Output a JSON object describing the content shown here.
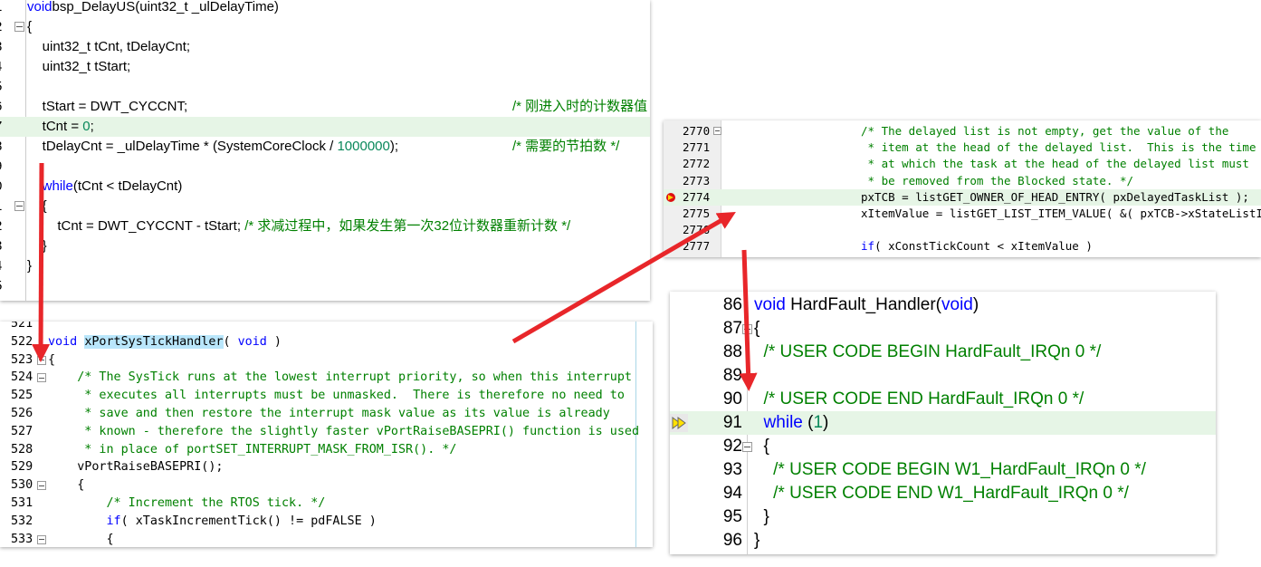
{
  "panel1": {
    "lines": [
      {
        "n": "1",
        "code": [
          [
            "kw",
            "void"
          ],
          [
            "",
            "bsp_DelayUS(uint32_t _ulDelayTime)"
          ]
        ]
      },
      {
        "n": "2",
        "fold": true,
        "code": [
          [
            "",
            "{"
          ]
        ]
      },
      {
        "n": "3",
        "code": [
          [
            "",
            "    uint32_t tCnt, tDelayCnt;"
          ]
        ]
      },
      {
        "n": "4",
        "code": [
          [
            "",
            "    uint32_t tStart;"
          ]
        ]
      },
      {
        "n": "5",
        "code": [
          [
            "",
            ""
          ]
        ]
      },
      {
        "n": "6",
        "code": [
          [
            "",
            "    tStart = DWT_CYCCNT;"
          ]
        ],
        "comment": "/* 刚进入时的计数器值 */"
      },
      {
        "n": "7",
        "hl": true,
        "code": [
          [
            "",
            "    tCnt = "
          ],
          [
            "nm",
            "0"
          ],
          [
            "",
            ";"
          ]
        ]
      },
      {
        "n": "8",
        "code": [
          [
            "",
            "    tDelayCnt = _ulDelayTime * (SystemCoreClock / "
          ],
          [
            "nm",
            "1000000"
          ],
          [
            "",
            ");"
          ]
        ],
        "comment": "/* 需要的节拍数 */"
      },
      {
        "n": "9",
        "code": [
          [
            "",
            ""
          ]
        ]
      },
      {
        "n": "0",
        "code": [
          [
            "",
            "    "
          ],
          [
            "kw",
            "while"
          ],
          [
            "",
            "(tCnt < tDelayCnt)"
          ]
        ]
      },
      {
        "n": "1",
        "fold": true,
        "code": [
          [
            "",
            "    {"
          ]
        ]
      },
      {
        "n": "2",
        "code": [
          [
            "",
            "        tCnt = DWT_CYCCNT - tStart; "
          ],
          [
            "cm",
            "/* 求减过程中，如果发生第一次32位计数器重新计数 */"
          ]
        ]
      },
      {
        "n": "3",
        "code": [
          [
            "",
            "    }"
          ]
        ]
      },
      {
        "n": "4",
        "code": [
          [
            "",
            "}"
          ]
        ]
      },
      {
        "n": "5",
        "code": [
          [
            "",
            ""
          ]
        ]
      }
    ]
  },
  "panel2": {
    "lines": [
      {
        "n": "521",
        "code": [
          [
            "",
            ""
          ]
        ]
      },
      {
        "n": "522",
        "code": [
          [
            "kw",
            "void "
          ],
          [
            "sel",
            "xPortSysTickHandler"
          ],
          [
            "",
            "( "
          ],
          [
            "kw",
            "void"
          ],
          [
            "",
            " )"
          ]
        ]
      },
      {
        "n": "523",
        "fold": true,
        "code": [
          [
            "",
            "{"
          ]
        ]
      },
      {
        "n": "524",
        "fold": true,
        "code": [
          [
            "cm",
            "    /* The SysTick runs at the lowest interrupt priority, so when this interrupt"
          ]
        ]
      },
      {
        "n": "525",
        "code": [
          [
            "cm",
            "     * executes all interrupts must be unmasked.  There is therefore no need to"
          ]
        ]
      },
      {
        "n": "526",
        "code": [
          [
            "cm",
            "     * save and then restore the interrupt mask value as its value is already"
          ]
        ]
      },
      {
        "n": "527",
        "code": [
          [
            "cm",
            "     * known - therefore the slightly faster vPortRaiseBASEPRI() function is used"
          ]
        ]
      },
      {
        "n": "528",
        "code": [
          [
            "cm",
            "     * in place of portSET_INTERRUPT_MASK_FROM_ISR(). */"
          ]
        ]
      },
      {
        "n": "529",
        "code": [
          [
            "",
            "    vPortRaiseBASEPRI();"
          ]
        ]
      },
      {
        "n": "530",
        "fold": true,
        "code": [
          [
            "",
            "    {"
          ]
        ]
      },
      {
        "n": "531",
        "code": [
          [
            "cm",
            "        /* Increment the RTOS tick. */"
          ]
        ]
      },
      {
        "n": "532",
        "code": [
          [
            "",
            "        "
          ],
          [
            "kw",
            "if"
          ],
          [
            "",
            "( xTaskIncrementTick() != pdFALSE )"
          ]
        ]
      },
      {
        "n": "533",
        "fold": true,
        "code": [
          [
            "",
            "        {"
          ]
        ]
      }
    ]
  },
  "panel3": {
    "lines": [
      {
        "n": "2770",
        "fold": true,
        "code": [
          [
            "cm",
            "/* The delayed list is not empty, get the value of the"
          ]
        ]
      },
      {
        "n": "2771",
        "code": [
          [
            "cm",
            " * item at the head of the delayed list.  This is the time"
          ]
        ]
      },
      {
        "n": "2772",
        "code": [
          [
            "cm",
            " * at which the task at the head of the delayed list must"
          ]
        ]
      },
      {
        "n": "2773",
        "code": [
          [
            "cm",
            " * be removed from the Blocked state. */"
          ]
        ]
      },
      {
        "n": "2774",
        "hl": true,
        "bp": true,
        "code": [
          [
            "",
            "pxTCB = listGET_OWNER_OF_HEAD_ENTRY( pxDelayedTaskList );"
          ]
        ]
      },
      {
        "n": "2775",
        "code": [
          [
            "",
            "xItemValue = listGET_LIST_ITEM_VALUE( &( pxTCB->xStateListItem ) );"
          ]
        ]
      },
      {
        "n": "2776",
        "code": [
          [
            "",
            ""
          ]
        ]
      },
      {
        "n": "2777",
        "code": [
          [
            "kw",
            "if"
          ],
          [
            "",
            "( xConstTickCount < xItemValue )"
          ]
        ]
      }
    ]
  },
  "panel4": {
    "lines": [
      {
        "n": "86",
        "code": [
          [
            "kw",
            "void "
          ],
          [
            "",
            "HardFault_Handler("
          ],
          [
            "kw",
            "void"
          ],
          [
            "",
            ")"
          ]
        ]
      },
      {
        "n": "87",
        "fold": true,
        "code": [
          [
            "",
            "{"
          ]
        ]
      },
      {
        "n": "88",
        "code": [
          [
            "cm",
            "  /* USER CODE BEGIN HardFault_IRQn 0 */"
          ]
        ]
      },
      {
        "n": "89",
        "code": [
          [
            "",
            ""
          ]
        ]
      },
      {
        "n": "90",
        "code": [
          [
            "cm",
            "  /* USER CODE END HardFault_IRQn 0 */"
          ]
        ]
      },
      {
        "n": "91",
        "hl": true,
        "exec": true,
        "code": [
          [
            "kw",
            "  while "
          ],
          [
            "",
            "("
          ],
          [
            "nm",
            "1"
          ],
          [
            "",
            ")"
          ]
        ]
      },
      {
        "n": "92",
        "fold": true,
        "code": [
          [
            "",
            "  {"
          ]
        ]
      },
      {
        "n": "93",
        "code": [
          [
            "cm",
            "    /* USER CODE BEGIN W1_HardFault_IRQn 0 */"
          ]
        ]
      },
      {
        "n": "94",
        "code": [
          [
            "cm",
            "    /* USER CODE END W1_HardFault_IRQn 0 */"
          ]
        ]
      },
      {
        "n": "95",
        "code": [
          [
            "",
            "  }"
          ]
        ]
      },
      {
        "n": "96",
        "code": [
          [
            "",
            "}"
          ]
        ]
      }
    ]
  },
  "colors": {
    "arrow": "#e8262a",
    "keyword": "#0000ff",
    "comment": "#008000",
    "number": "#09885a",
    "highlight": "#e6f5e6"
  }
}
